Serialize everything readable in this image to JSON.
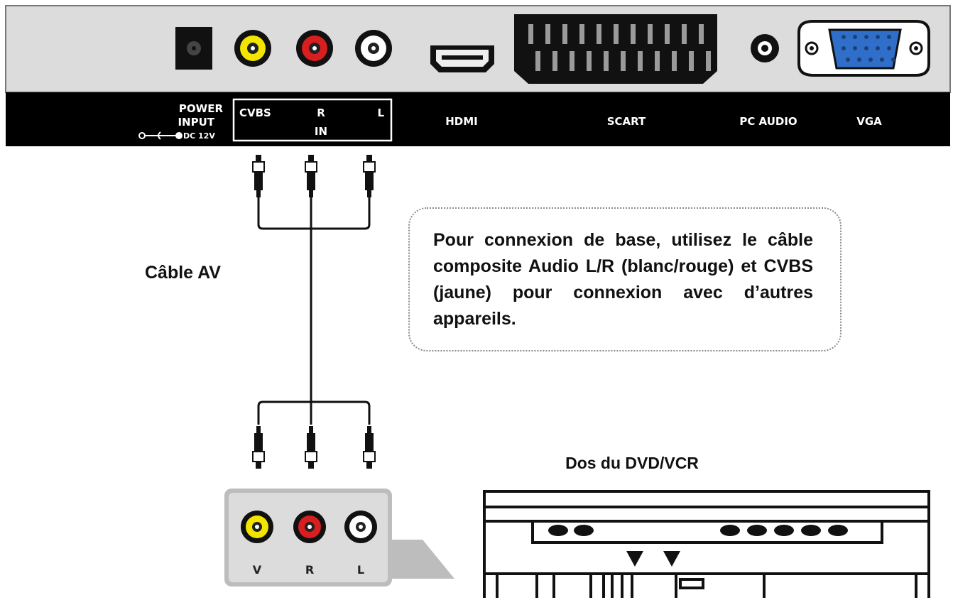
{
  "panel_labels": {
    "power_input_line1": "POWER",
    "power_input_line2": "INPUT",
    "power_dc": "DC 12V",
    "cvbs": "CVBS",
    "r": "R",
    "l": "L",
    "in": "IN",
    "hdmi": "HDMI",
    "scart": "SCART",
    "pc_audio": "PC AUDIO",
    "vga": "VGA"
  },
  "cable_label": "Câble AV",
  "note": "Pour connexion de base, utilisez le câble composite Audio L/R (blanc/rouge) et CVBS (jaune) pour connexion avec d’autres appareils.",
  "device_title": "Dos du DVD/VCR",
  "output_panel_labels": {
    "v": "V",
    "r": "R",
    "l": "L"
  },
  "colors": {
    "yellow_jack": "#f2e600",
    "red_jack": "#d81e1e",
    "white_jack": "#ffffff",
    "vga_blue": "#2f6fc9",
    "label_bar": "#000000",
    "panel_grey": "#dcdcdc"
  }
}
